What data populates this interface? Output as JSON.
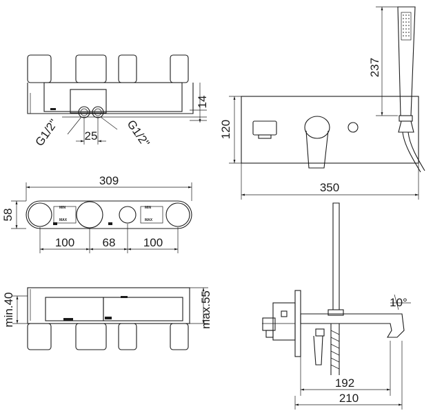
{
  "dimensions": {
    "d14": "14",
    "d25": "25",
    "thread_left": "G1/2\"",
    "thread_right": "G1/2\"",
    "d237": "237",
    "d120": "120",
    "d350": "350",
    "d309": "309",
    "d58": "58",
    "d100_left": "100",
    "d68": "68",
    "d100_right": "100",
    "min40": "min.40",
    "max55": "max.55",
    "angle10": "10°",
    "d192": "192",
    "d210": "210"
  },
  "markings": {
    "min": "MIN",
    "max": "MAX"
  }
}
